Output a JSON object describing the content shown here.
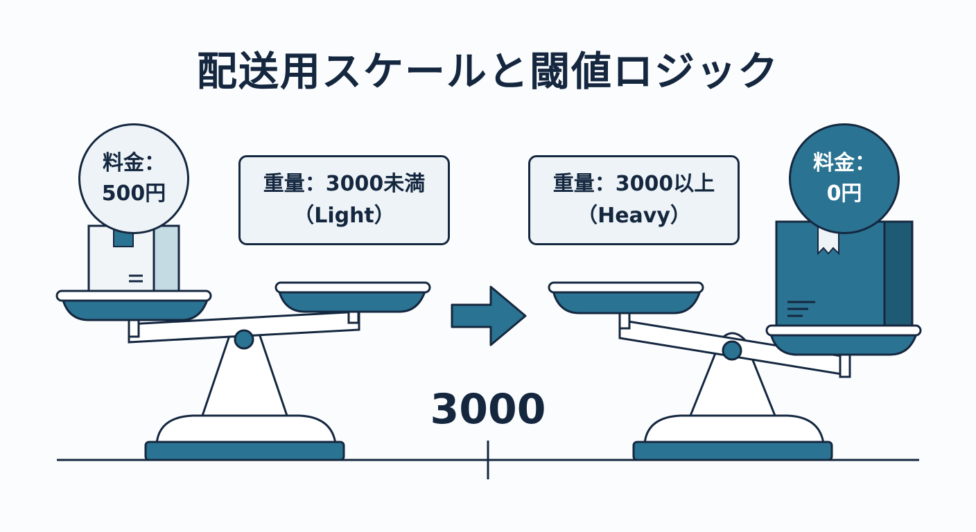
{
  "title": "配送用スケールと閾値ロジック",
  "left_condition": {
    "line1": "重量：3000未満",
    "line2": "（Light）"
  },
  "right_condition": {
    "line1": "重量：3000以上",
    "line2": "（Heavy）"
  },
  "left_price": {
    "line1": "料金：",
    "line2": "500円"
  },
  "right_price": {
    "line1": "料金：",
    "line2": "0円"
  },
  "threshold_value": "3000",
  "colors": {
    "dark": "#14273f",
    "accent": "#2b7392",
    "light": "#eef3f7",
    "box_shadow": "#c4dbe3"
  }
}
